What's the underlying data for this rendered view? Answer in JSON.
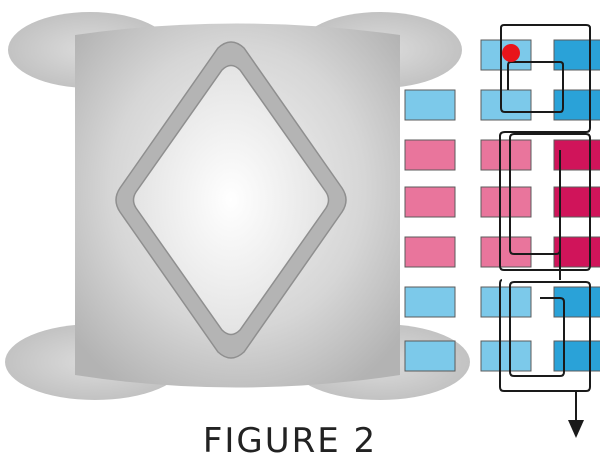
{
  "caption": "FIGURE 2",
  "colors": {
    "light_blue": "#7cc9ea",
    "dark_blue": "#2aa2d8",
    "light_pink": "#e9759c",
    "dark_magenta": "#d0145a",
    "grey_body": "#c9c9c9",
    "path_line": "#1a1a1a",
    "start_dot": "#e8141b"
  },
  "icons": {
    "start": "red-dot",
    "end": "arrow-down"
  }
}
